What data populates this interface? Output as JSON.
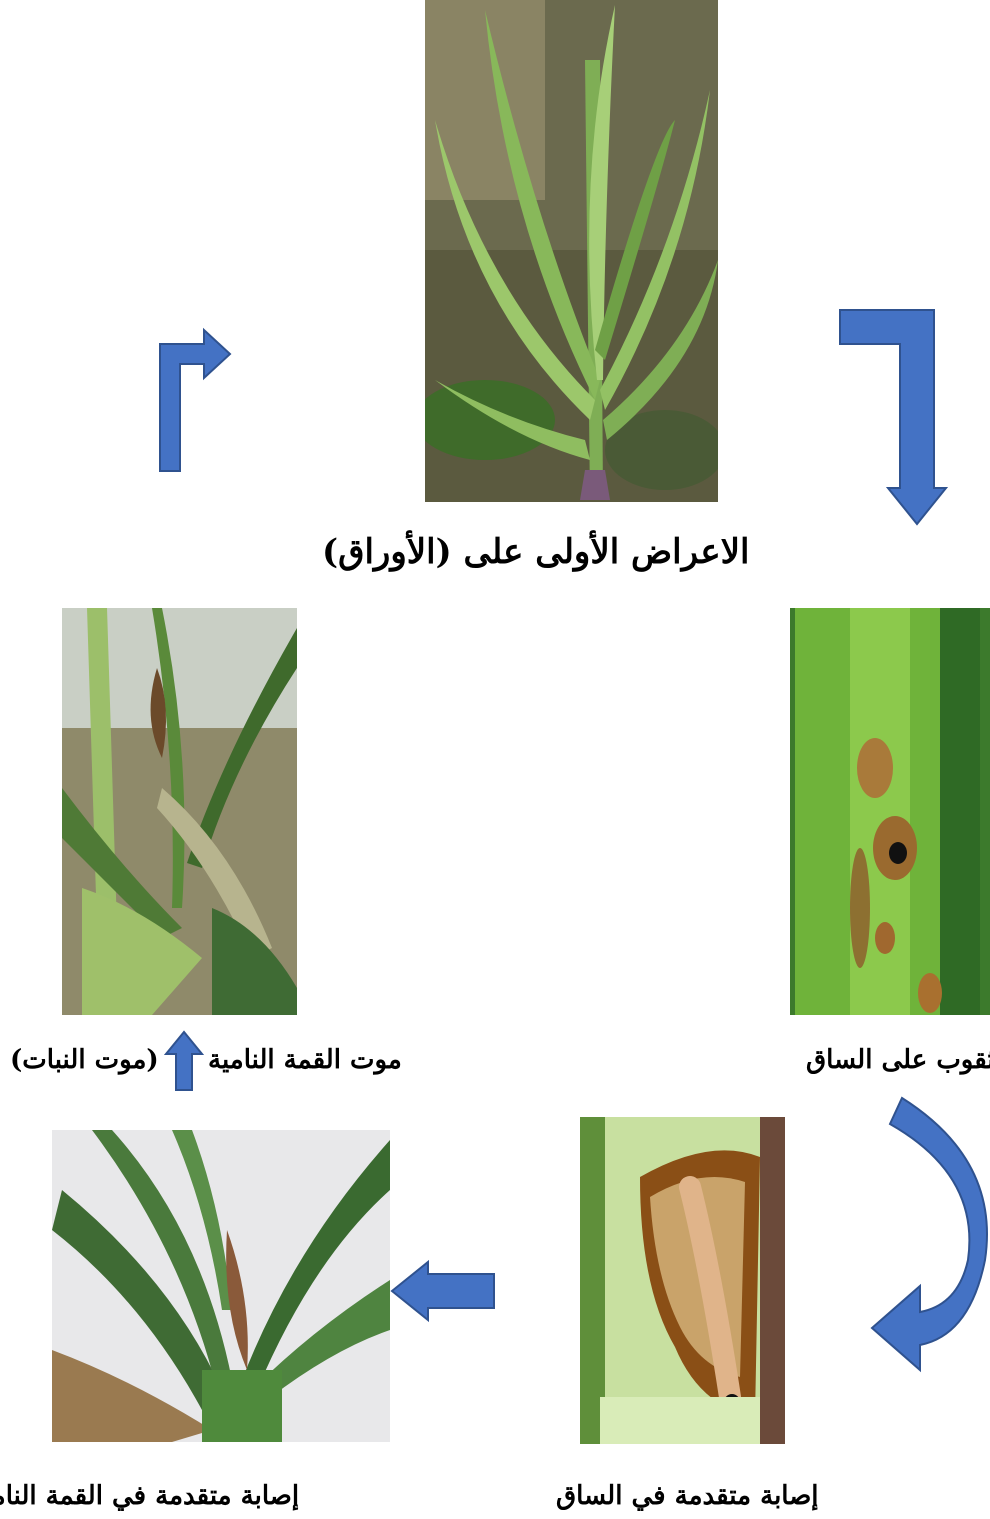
{
  "captions": {
    "leaves": "الاعراض الأولى على (الأوراق)",
    "stem_holes": "ثقوب على الساق",
    "stem_advanced": "إصابة متقدمة في الساق",
    "tip_advanced": "إصابة متقدمة في القمة النامية",
    "tip_death_left": "(موت النبات)",
    "tip_death_right": "موت القمة النامية"
  },
  "colors": {
    "arrow": "#4472C4",
    "arrow_outline": "#2F528F"
  },
  "photos": [
    {
      "name": "young-maize-leaves-photo"
    },
    {
      "name": "stem-holes-photo"
    },
    {
      "name": "larva-in-stem-photo"
    },
    {
      "name": "damaged-growing-tip-photo"
    },
    {
      "name": "dead-plant-photo"
    }
  ]
}
